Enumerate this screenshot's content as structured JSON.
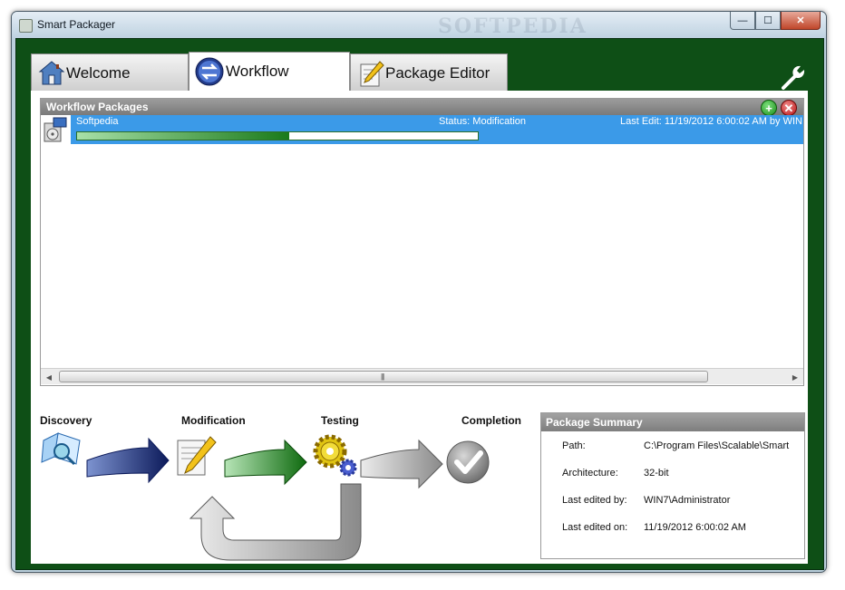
{
  "window": {
    "title": "Smart Packager",
    "watermark": "SOFTPEDIA",
    "controls": {
      "minimize": "—",
      "maximize": "☐",
      "close": "✕"
    }
  },
  "tabs": [
    {
      "label": "Welcome",
      "icon": "home-icon",
      "active": false
    },
    {
      "label": "Workflow",
      "icon": "workflow-icon",
      "active": true
    },
    {
      "label": "Package Editor",
      "icon": "package-editor-icon",
      "active": false
    }
  ],
  "toolbar": {
    "settings_icon": "wrench-icon"
  },
  "packages_panel": {
    "title": "Workflow Packages",
    "add_icon": "add-icon",
    "remove_icon": "remove-icon",
    "add_symbol": "+",
    "remove_symbol": "✕",
    "rows": [
      {
        "name": "Softpedia",
        "status": "Status: Modification",
        "last_edit": "Last Edit: 11/19/2012 6:00:02 AM by WIN",
        "progress": 0.53
      }
    ],
    "scroll": {
      "left": "◀",
      "right": "▶",
      "grip": "|||"
    }
  },
  "workflow_steps": [
    {
      "label": "Discovery",
      "icon": "discovery-icon"
    },
    {
      "label": "Modification",
      "icon": "modification-icon"
    },
    {
      "label": "Testing",
      "icon": "testing-gears-icon"
    },
    {
      "label": "Completion",
      "icon": "completion-check-icon"
    }
  ],
  "colors": {
    "frame_green": "#0e4f16",
    "selection_blue": "#3b9ae8",
    "arrow_blue": "#1f2f7a",
    "arrow_green": "#1a7a1a",
    "arrow_gray": "#8a8a8a"
  },
  "summary": {
    "title": "Package Summary",
    "fields": [
      {
        "label": "Path:",
        "value": "C:\\Program Files\\Scalable\\Smart"
      },
      {
        "label": "Architecture:",
        "value": "32-bit"
      },
      {
        "label": "Last edited by:",
        "value": "WIN7\\Administrator"
      },
      {
        "label": "Last edited on:",
        "value": "11/19/2012 6:00:02 AM"
      }
    ]
  }
}
